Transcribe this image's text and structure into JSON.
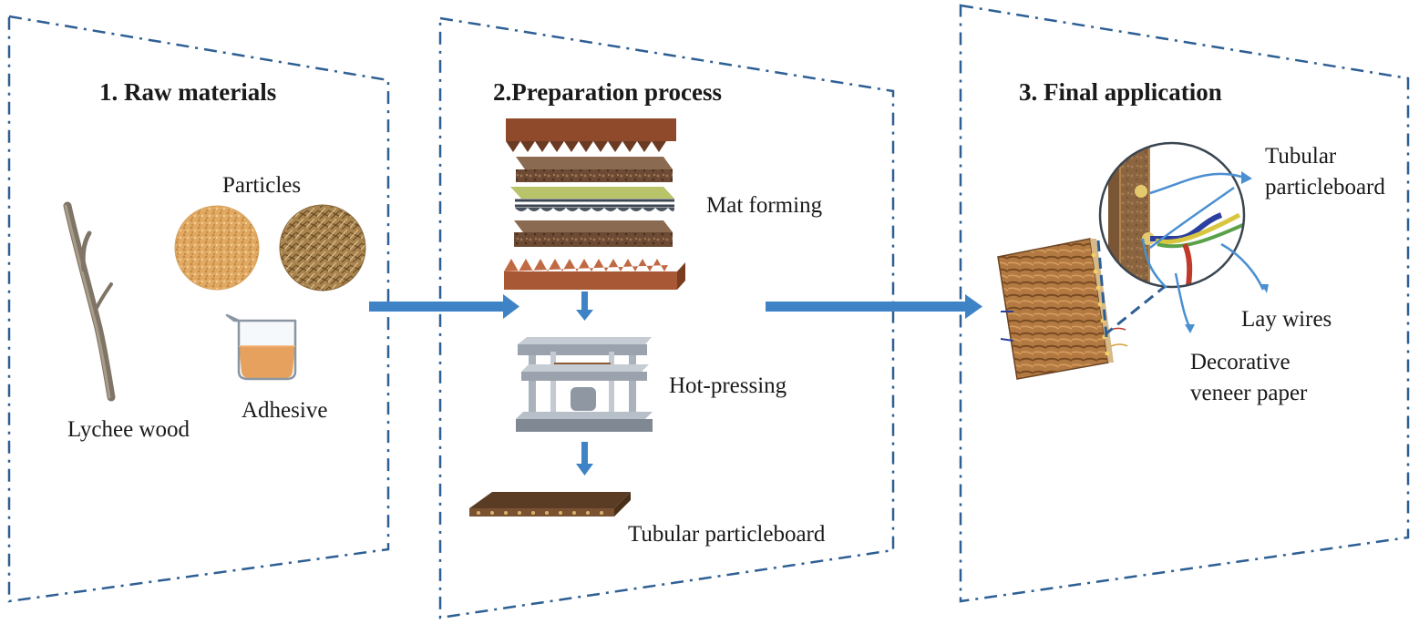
{
  "panels": [
    {
      "title": "1. Raw materials",
      "labels": {
        "particles": "Particles",
        "lychee_wood": "Lychee wood",
        "adhesive": "Adhesive"
      }
    },
    {
      "title": "2.Preparation process",
      "labels": {
        "mat_forming": "Mat forming",
        "hot_pressing": "Hot-pressing",
        "product": "Tubular particleboard"
      }
    },
    {
      "title": "3. Final application",
      "labels": {
        "tubular_line1": "Tubular",
        "tubular_line2": "particleboard",
        "lay_wires": "Lay wires",
        "decorative_line1": "Decorative",
        "decorative_line2": "veneer paper"
      }
    }
  ],
  "colors": {
    "frame": "#2e5f94",
    "arrow": "#3e83c6",
    "adhesive": "#ea8a2f",
    "wood_dark": "#6a3a22",
    "wood_light": "#c06a44",
    "press_gray": "#9aa3ad"
  },
  "icons": [
    "lychee-branch-icon",
    "sawdust-particles-icon",
    "fiber-particles-icon",
    "beaker-icon",
    "wood-mat-layers-icon",
    "hot-press-machine-icon",
    "particleboard-icon",
    "wooden-panel-icon",
    "magnifier-circle-icon"
  ]
}
